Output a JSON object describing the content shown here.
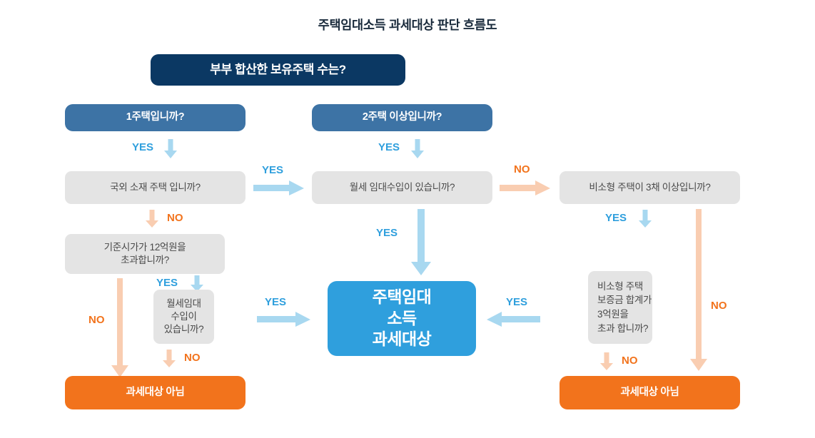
{
  "title": "주택임대소득 과세대상 판단 흐름도",
  "colors": {
    "navy": "#0b3863",
    "blue": "#3d73a5",
    "gray": "#e4e4e4",
    "cyan": "#2f9fdd",
    "orange": "#f2731c",
    "arrow_blue": "#a8d8f0",
    "arrow_orange": "#f9cdb1",
    "background": "#ffffff"
  },
  "nodes": {
    "root": "부부 합산한 보유주택 수는?",
    "one_house": "1주택입니까?",
    "two_house": "2주택 이상입니까?",
    "overseas": "국외 소재 주택 입니까?",
    "monthly_rent_mid": "월세 임대수입이 있습니까?",
    "nonsmall_three": "비소형 주택이 3채 이상입니까?",
    "price_over": "기준시가가 12억원을\n초과합니까?",
    "price_over_line1": "기준시가가 12억원을",
    "price_over_line2": "초과합니까?",
    "monthly_rent_small_line1": "월세임대",
    "monthly_rent_small_line2": "수입이",
    "monthly_rent_small_line3": "있습니까?",
    "deposit_line1": "비소형 주택",
    "deposit_line2": "보증금 합계가",
    "deposit_line3": "3억원을",
    "deposit_line4": "초과 합니까?",
    "taxable_line1": "주택임대",
    "taxable_line2": "소득",
    "taxable_line3": "과세대상",
    "not_taxable_left": "과세대상 아님",
    "not_taxable_right": "과세대상 아님"
  },
  "labels": {
    "yes": "YES",
    "no": "NO"
  },
  "edges": [
    {
      "id": "one-house-to-overseas",
      "label": "YES",
      "direction": "down"
    },
    {
      "id": "overseas-to-price",
      "label": "NO",
      "direction": "down"
    },
    {
      "id": "price-to-monthly-small",
      "label": "YES",
      "direction": "down"
    },
    {
      "id": "price-no-to-not-taxable",
      "label": "NO",
      "direction": "down"
    },
    {
      "id": "monthly-small-no-to-not-taxable",
      "label": "NO",
      "direction": "down"
    },
    {
      "id": "overseas-to-monthly-mid",
      "label": "YES",
      "direction": "right"
    },
    {
      "id": "two-house-to-monthly-mid",
      "label": "YES",
      "direction": "down"
    },
    {
      "id": "monthly-mid-to-taxable",
      "label": "YES",
      "direction": "down"
    },
    {
      "id": "monthly-small-to-taxable",
      "label": "YES",
      "direction": "right"
    },
    {
      "id": "monthly-mid-to-nonsmall",
      "label": "NO",
      "direction": "right"
    },
    {
      "id": "nonsmall-to-deposit",
      "label": "YES",
      "direction": "down"
    },
    {
      "id": "deposit-to-taxable",
      "label": "YES",
      "direction": "left"
    },
    {
      "id": "deposit-no-to-not-taxable",
      "label": "NO",
      "direction": "down"
    },
    {
      "id": "nonsmall-no-to-not-taxable",
      "label": "NO",
      "direction": "down"
    }
  ]
}
